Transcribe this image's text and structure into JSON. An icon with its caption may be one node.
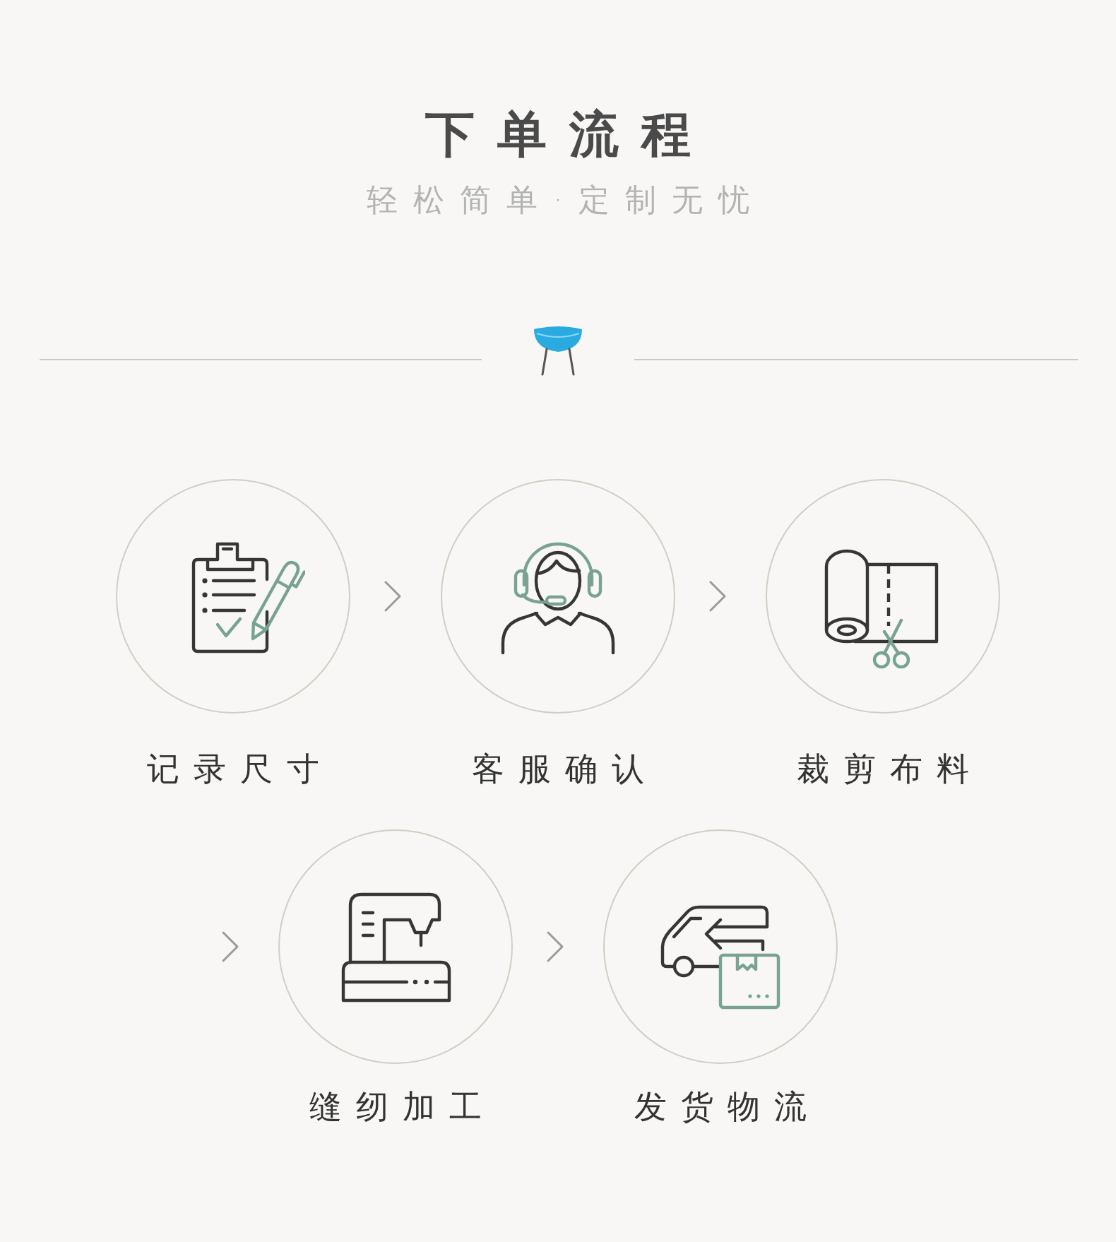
{
  "diagram": {
    "title": "下单流程",
    "nodes": [
      {
        "text": [
          "记录尺寸"
        ]
      },
      {
        "text": [
          "客服确认"
        ]
      },
      {
        "text": [
          "裁剪布料"
        ]
      },
      {
        "text": [
          "缝纫加工"
        ]
      },
      {
        "text": [
          "发货物流"
        ]
      }
    ],
    "edges": [
      {
        "from": 0,
        "to": 1,
        "arrow": "to"
      },
      {
        "from": 1,
        "to": 2,
        "arrow": "to"
      },
      {
        "from": null,
        "to": 3,
        "arrow": "to"
      },
      {
        "from": 3,
        "to": 4,
        "arrow": "to"
      }
    ],
    "labels": [
      "轻松简单·定制无忧"
    ]
  }
}
